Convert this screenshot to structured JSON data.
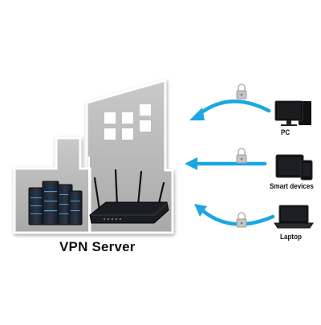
{
  "server": {
    "title": "VPN Server"
  },
  "clients": [
    {
      "label": "PC",
      "icon": "desktop-pc-icon"
    },
    {
      "label": "Smart devices",
      "icon": "tablet-phone-icon"
    },
    {
      "label": "Laptop",
      "icon": "laptop-icon"
    }
  ],
  "colors": {
    "arrow": "#1aa7e2",
    "building_fill": "#bdbdbd",
    "building_stroke": "#ffffff",
    "lock": "#b8b8b8",
    "server_accent": "#3aa0e8"
  }
}
